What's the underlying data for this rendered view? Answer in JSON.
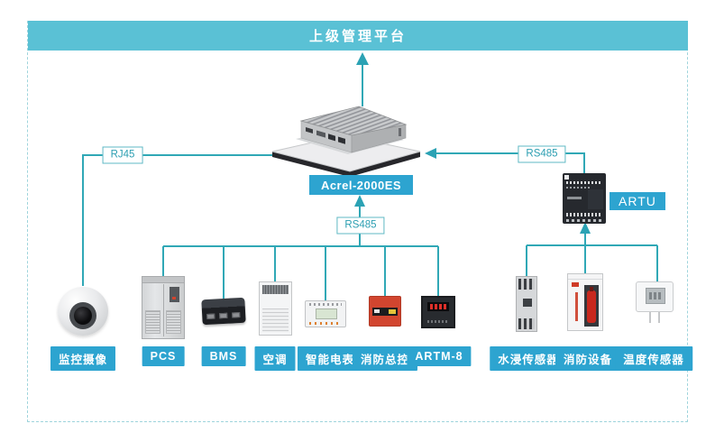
{
  "header": {
    "title": "上级管理平台"
  },
  "gateway": {
    "label": "Acrel-2000ES"
  },
  "artu": {
    "label": "ARTU"
  },
  "links": {
    "rj45": "RJ45",
    "rs485_right": "RS485",
    "rs485_down": "RS485"
  },
  "devices": [
    {
      "id": "camera",
      "label": "监控摄像"
    },
    {
      "id": "pcs",
      "label": "PCS"
    },
    {
      "id": "bms",
      "label": "BMS"
    },
    {
      "id": "air-conditioner",
      "label": "空调"
    },
    {
      "id": "smart-meter",
      "label": "智能电表"
    },
    {
      "id": "fire-master-control",
      "label": "消防总控"
    },
    {
      "id": "artm-8",
      "label": "ARTM-8"
    },
    {
      "id": "water-leak-sensor",
      "label": "水浸传感器"
    },
    {
      "id": "fire-equipment",
      "label": "消防设备"
    },
    {
      "id": "temperature-sensor",
      "label": "温度传感器"
    }
  ],
  "colors": {
    "header_bar": "#5ac1d5",
    "label_chip": "#2da4d0",
    "wire": "#30a8b6",
    "tag_border": "#5fb9c4",
    "tag_text": "#2d9fb2"
  }
}
